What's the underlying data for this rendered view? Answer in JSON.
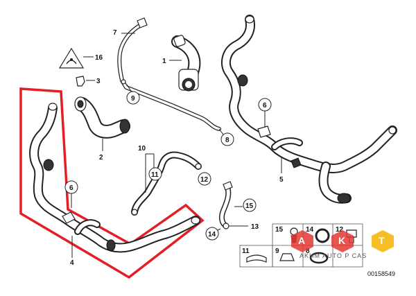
{
  "labels": {
    "p1": "1",
    "p2": "2",
    "p3": "3",
    "p4": "4",
    "p5": "5",
    "p6a": "6",
    "p6b": "6",
    "p7": "7",
    "p8": "8",
    "p9": "9",
    "p10": "10",
    "p11": "11",
    "p12": "12",
    "p13": "13",
    "p14": "14",
    "p15": "15",
    "p16": "16"
  },
  "legend": {
    "cell15": "15",
    "cell14": "14",
    "cell12": "12",
    "cell11": "11",
    "cell9": "9",
    "cell8": "8"
  },
  "watermark": {
    "text": "AKHM AUTO P CAS"
  },
  "diagram_number": "00158549",
  "highlight_color": "#e31e24",
  "watermark_colors": [
    "#e53935",
    "#f5b301"
  ]
}
